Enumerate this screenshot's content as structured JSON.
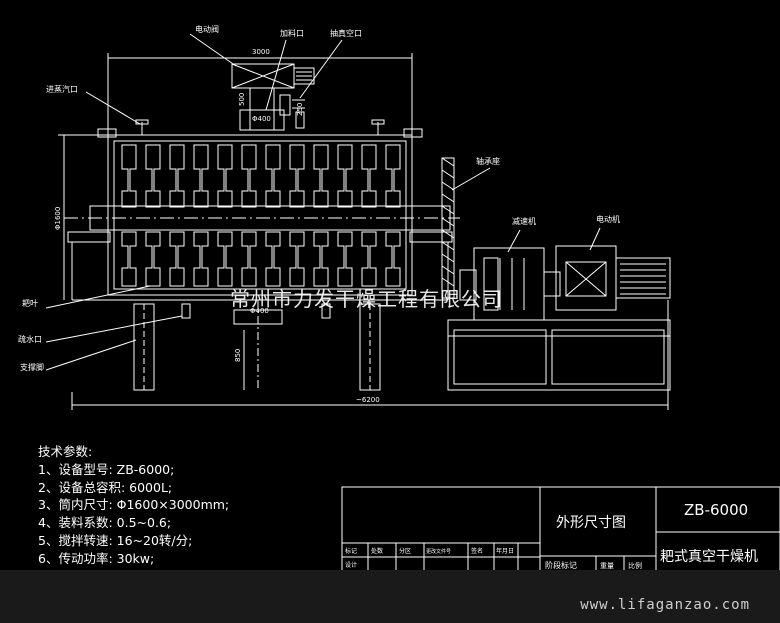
{
  "labels": {
    "motor_top": "电动阀",
    "feed_port": "加料口",
    "vacuum_port": "抽真空口",
    "steam_inlet": "进蒸汽口",
    "bearing_seat": "轴承座",
    "reducer": "减速机",
    "motor": "电动机",
    "rake": "耙叶",
    "drain": "疏水口",
    "support": "支撑脚"
  },
  "dimensions": {
    "width_3000": "3000",
    "dia_400_top": "Φ400",
    "h_500": "500",
    "h_250": "250",
    "dia_1600": "Φ1600",
    "dia_400_bottom": "Φ400",
    "h_850": "850",
    "total_6200": "~6200"
  },
  "technical": {
    "heading": "技术参数:",
    "items": [
      "1、设备型号: ZB-6000;",
      "2、设备总容积: 6000L;",
      "3、筒内尺寸: Φ1600×3000mm;",
      "4、装料系数: 0.5~0.6;",
      "5、搅拌转速: 16~20转/分;",
      "6、传动功率: 30kw;"
    ]
  },
  "title_block": {
    "drawing_name": "外形尺寸图",
    "model": "ZB-6000",
    "product_name": "耙式真空干燥机",
    "cells_row1": [
      "标记",
      "处数",
      "分区",
      "更改文件号",
      "签名",
      "年月日"
    ],
    "cells_row2": [
      "设计"
    ],
    "stage_mark": "阶段标记",
    "weight": "重量",
    "scale": "比例"
  },
  "watermark": "常州市力发干燥工程有限公司",
  "url": "www.lifaganzao.com"
}
